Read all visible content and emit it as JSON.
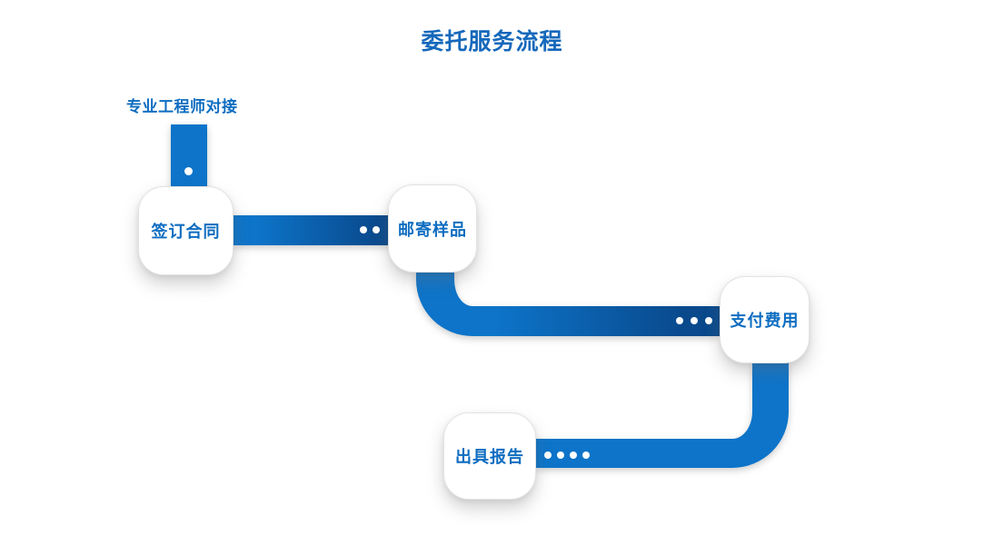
{
  "title": "委托服务流程",
  "annotation": {
    "label": "专业工程师对接"
  },
  "nodes": [
    {
      "label": "签订合同"
    },
    {
      "label": "邮寄样品"
    },
    {
      "label": "支付费用"
    },
    {
      "label": "出具报告"
    }
  ],
  "connectors": [
    {
      "from": "start",
      "to": "签订合同",
      "dots": 1,
      "shape": "vertical"
    },
    {
      "from": "签订合同",
      "to": "邮寄样品",
      "dots": 2,
      "shape": "horizontal"
    },
    {
      "from": "邮寄样品",
      "to": "支付费用",
      "dots": 3,
      "shape": "elbow-down-right"
    },
    {
      "from": "支付费用",
      "to": "出具报告",
      "dots": 4,
      "shape": "elbow-down-left"
    }
  ],
  "colors": {
    "primary_blue": "#0d74c9",
    "dark_blue": "#09498c",
    "text_blue": "#0e6dc0",
    "title_blue": "#1568bb",
    "dot_white": "#ffffff"
  }
}
